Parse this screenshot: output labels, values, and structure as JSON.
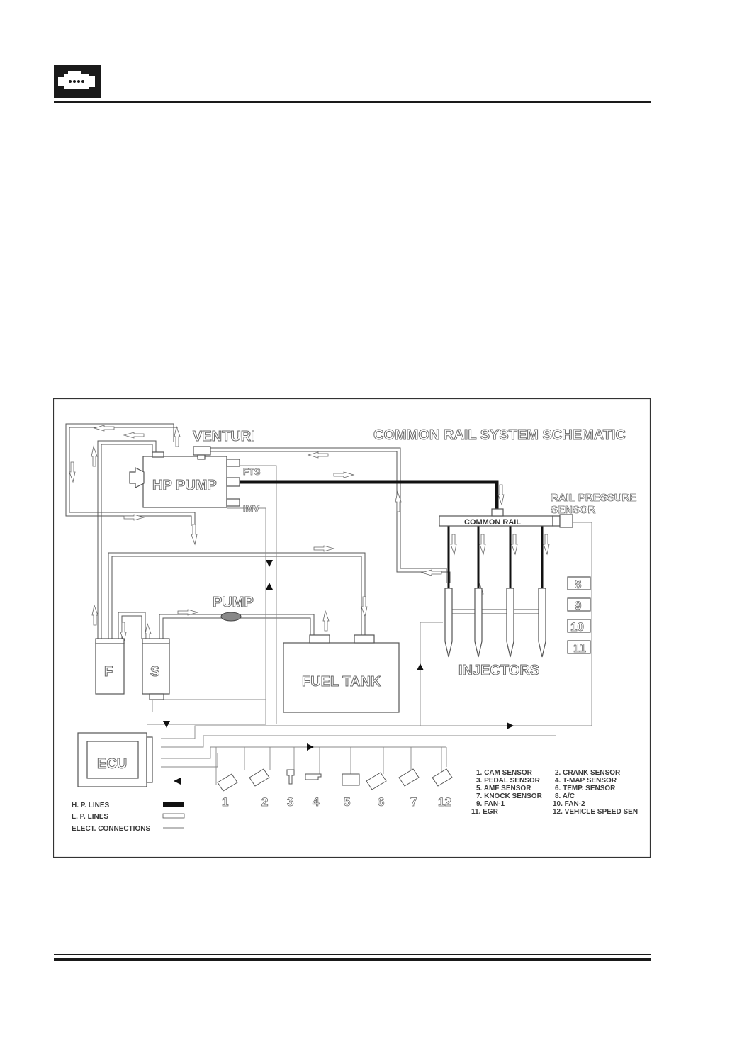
{
  "diagram": {
    "title": "COMMON RAIL SYSTEM SCHEMATIC",
    "components": {
      "venturi": "VENTURI",
      "hp_pump": "HP PUMP",
      "fts": "FTS",
      "imv": "IMV",
      "common_rail": "COMMON RAIL",
      "rail_pressure_sensor_line1": "RAIL PRESSURE",
      "rail_pressure_sensor_line2": "SENSOR",
      "pump": "PUMP",
      "filter": "F",
      "sedimenter": "S",
      "fuel_tank": "FUEL TANK",
      "injectors": "INJECTORS",
      "ecu": "ECU"
    },
    "side_boxes": [
      "8",
      "9",
      "10",
      "11"
    ],
    "sensor_numbers": [
      "1",
      "2",
      "3",
      "4",
      "5",
      "6",
      "7",
      "12"
    ],
    "legend": [
      {
        "label": "H. P. LINES",
        "style": "hp"
      },
      {
        "label": "L. P. LINES",
        "style": "lp"
      },
      {
        "label": "ELECT. CONNECTIONS",
        "style": "el"
      }
    ],
    "key_left": [
      "1.  CAM SENSOR",
      "3.  PEDAL SENSOR",
      "5.  AMF SENSOR",
      "7.  KNOCK SENSOR",
      "9.  FAN-1",
      "11.  EGR"
    ],
    "key_right": [
      "2.  CRANK SENSOR",
      "4.  T-MAP SENSOR",
      "6.  TEMP. SENSOR",
      "8.  A/C",
      "10. FAN-2",
      "12. VEHICLE SPEED SEN"
    ]
  }
}
